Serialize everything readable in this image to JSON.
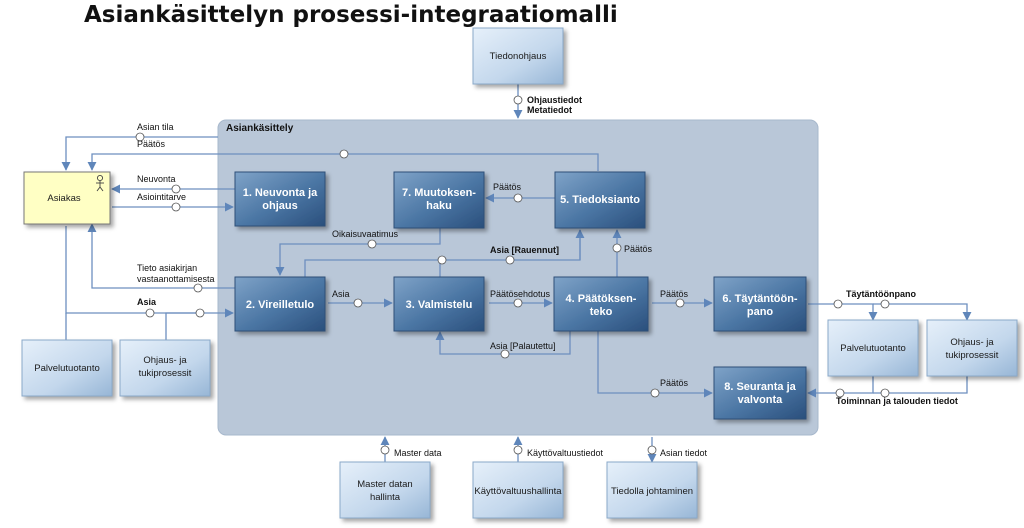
{
  "title": "Asiankäsittelyn prosessi-integraatiomalli",
  "container_title": "Asiankäsittely",
  "nodes": {
    "tiedonohjaus": "Tiedonohjaus",
    "asiakas": "Asiakas",
    "neuvonta_line1": "1. Neuvonta ja",
    "neuvonta_line2": "ohjaus",
    "vireilletulo": "2. Vireilletulo",
    "valmistelu": "3. Valmistelu",
    "paatoksenteko_line1": "4. Päätöksen-",
    "paatoksenteko_line2": "teko",
    "tiedoksianto": "5. Tiedoksianto",
    "taytantoonpano_line1": "6. Täytäntöön-",
    "taytantoonpano_line2": "pano",
    "muutoksenhaku_line1": "7. Muutoksen-",
    "muutoksenhaku_line2": "haku",
    "seuranta_line1": "8. Seuranta ja",
    "seuranta_line2": "valvonta",
    "palvelutuotanto_left": "Palvelutuotanto",
    "ohjaus_left_line1": "Ohjaus- ja",
    "ohjaus_left_line2": "tukiprosessit",
    "palvelutuotanto_right": "Palvelutuotanto",
    "ohjaus_right_line1": "Ohjaus- ja",
    "ohjaus_right_line2": "tukiprosessit",
    "masterdata_line1": "Master datan",
    "masterdata_line2": "hallinta",
    "kayttovaltuus": "Käyttövaltuushallinta",
    "tiedolla_johtaminen": "Tiedolla johtaminen"
  },
  "labels": {
    "ohjaustiedot": "Ohjaustiedot",
    "metatiedot": "Metatiedot",
    "asian_tila": "Asian tila",
    "paatos_top": "Päätös",
    "neuvonta": "Neuvonta",
    "asiointitarve": "Asiointitarve",
    "tieto_line1": "Tieto asiakirjan",
    "tieto_line2": "vastaanottamisesta",
    "asia_left": "Asia",
    "oikaisuvaatimus": "Oikaisuvaatimus",
    "asia_rauennut": "Asia [Rauennut]",
    "paatos_muutoksenhaku": "Päätös",
    "paatos_tiedoksianto": "Päätös",
    "asia_mid": "Asia",
    "paatosehdotus": "Päätösehdotus",
    "paatos_taytantoonpano": "Päätös",
    "taytantoonpano": "Täytäntöönpano",
    "asia_palautettu": "Asia [Palautettu]",
    "paatos_seuranta": "Päätös",
    "toiminnan_tiedot": "Toiminnan ja talouden tiedot",
    "master_data": "Master data",
    "kayttovaltuustiedot": "Käyttövaltuustiedot",
    "asian_tiedot": "Asian tiedot"
  },
  "colors": {
    "container": "#b9c7d8",
    "process_dark": "#3a6694",
    "process_light": "#6f95bd",
    "external_light": "#d8e6f4",
    "external_dark": "#9ab9d8",
    "asiakas_fill": "#ffffc4",
    "line": "#6d8fbf"
  }
}
